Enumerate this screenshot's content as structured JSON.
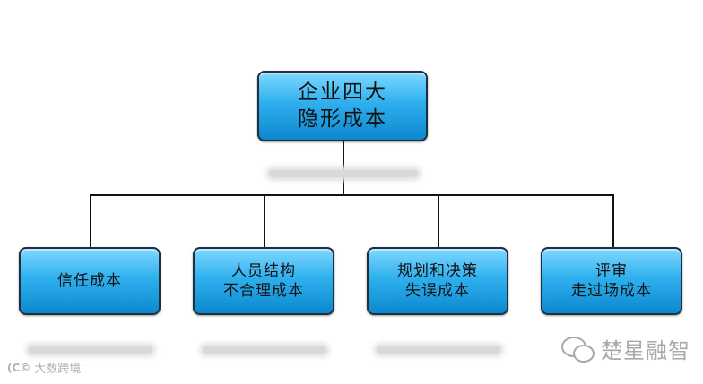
{
  "root": {
    "line1": "企业四大",
    "line2": "隐形成本"
  },
  "children": [
    {
      "line1": "信任成本",
      "line2": ""
    },
    {
      "line1": "人员结构",
      "line2": "不合理成本"
    },
    {
      "line1": "规划和决策",
      "line2": "失误成本"
    },
    {
      "line1": "评审",
      "line2": "走过场成本"
    }
  ],
  "watermarks": {
    "left": "大数跨境",
    "right": "楚星融智"
  },
  "icons": {
    "left": "cc-logo-icon",
    "right": "wechat-icon"
  },
  "colors": {
    "box_top": "#7fd8ff",
    "box_bottom": "#0c88cf",
    "connector": "#111111"
  }
}
